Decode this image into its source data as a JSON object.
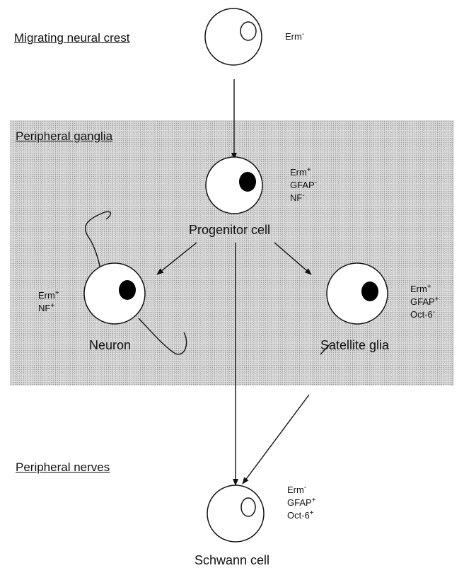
{
  "regions": {
    "migrating": "Migrating neural crest",
    "ganglia": "Peripheral ganglia",
    "nerves": "Peripheral nerves"
  },
  "cells": {
    "progenitor": "Progenitor cell",
    "neuron": "Neuron",
    "satellite": "Satellite glia",
    "schwann": "Schwann cell"
  },
  "markers": {
    "neural_crest": [
      {
        "name": "Erm",
        "sign": "-"
      }
    ],
    "progenitor": [
      {
        "name": "Erm",
        "sign": "+"
      },
      {
        "name": "GFAP",
        "sign": "-"
      },
      {
        "name": "NF",
        "sign": "-"
      }
    ],
    "neuron": [
      {
        "name": "Erm",
        "sign": "+"
      },
      {
        "name": "NF",
        "sign": "+"
      }
    ],
    "satellite": [
      {
        "name": "Erm",
        "sign": "+"
      },
      {
        "name": "GFAP",
        "sign": "+"
      },
      {
        "name": "Oct-6",
        "sign": "-"
      }
    ],
    "schwann": [
      {
        "name": "Erm",
        "sign": "-"
      },
      {
        "name": "GFAP",
        "sign": "+"
      },
      {
        "name": "Oct-6",
        "sign": "+"
      }
    ]
  },
  "colors": {
    "ink": "#111111",
    "shading": "#d9d9d9",
    "nucleus_filled": "#000000"
  }
}
